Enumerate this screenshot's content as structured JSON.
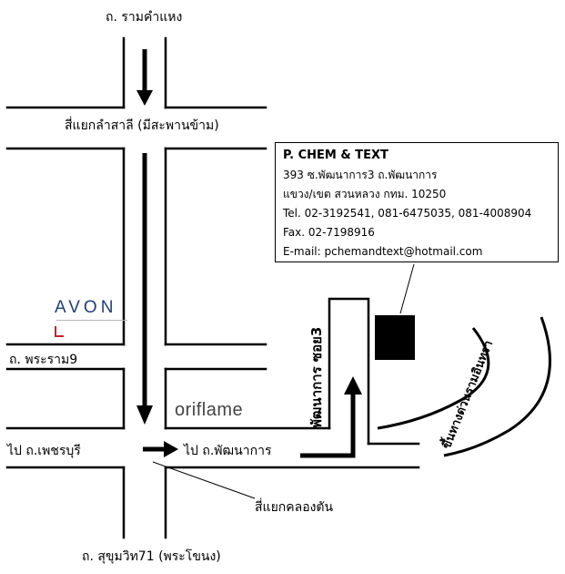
{
  "labels": {
    "top_road": "ถ. รามคำแหง",
    "upper_intersection": "สี่แยกลำสาลี (มีสะพานข้าม)",
    "rama9": "ถ. พระราม9",
    "to_phetchaburi": "ไป ถ.เพชรบุรี",
    "to_pattanakarn": "ไป ถ.พัฒนาการ",
    "khlong_tan": "สี่แยกคลองตัน",
    "bottom_road": "ถ. สุขุมวิท71 (พระโขนง)",
    "soi3": "พัฒนาการ ซอย3",
    "expressway": "ขึ้นทางด่วนรามอินทรา"
  },
  "landmarks": {
    "avon": "AVON",
    "oriflame": "oriflame"
  },
  "info": {
    "company": "P. CHEM & TEXT",
    "address1": "393 ซ.พัฒนาการ3 ถ.พัฒนาการ",
    "address2": "แขวง/เขต สวนหลวง กทม. 10250",
    "tel": "Tel. 02-3192541, 081-6475035, 081-4008904",
    "fax": "Fax. 02-7198916",
    "email": "E-mail: pchemandtext@hotmail.com"
  },
  "colors": {
    "road": "#000000",
    "avon": "#1f3f7a",
    "oriflame": "#444444",
    "building": "#000000"
  }
}
